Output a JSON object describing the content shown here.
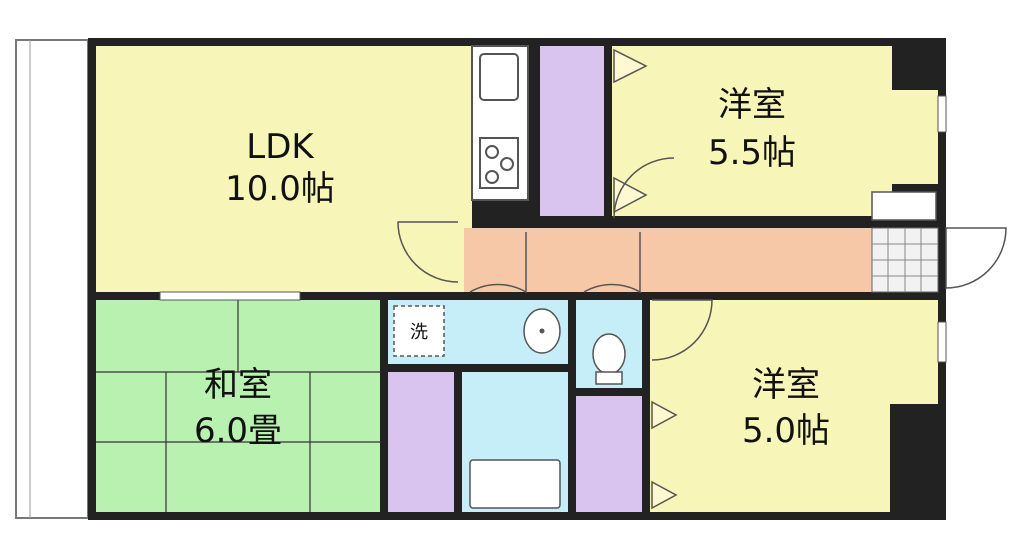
{
  "rooms": {
    "ldk": {
      "name": "LDK",
      "size": "10.0帖"
    },
    "western1": {
      "name": "洋室",
      "size": "5.5帖"
    },
    "japanese": {
      "name": "和室",
      "size": "6.0畳"
    },
    "western2": {
      "name": "洋室",
      "size": "5.0帖"
    }
  },
  "fixtures": {
    "washer_label": "洗"
  },
  "colors": {
    "ldk": "#f8f5b8",
    "western": "#f8f5b8",
    "japanese": "#b9f2b0",
    "closet": "#d9c4ef",
    "hallway": "#f7c8a8",
    "wet": "#c6eef8",
    "wall": "#222222",
    "balcony": "#ffffff"
  }
}
